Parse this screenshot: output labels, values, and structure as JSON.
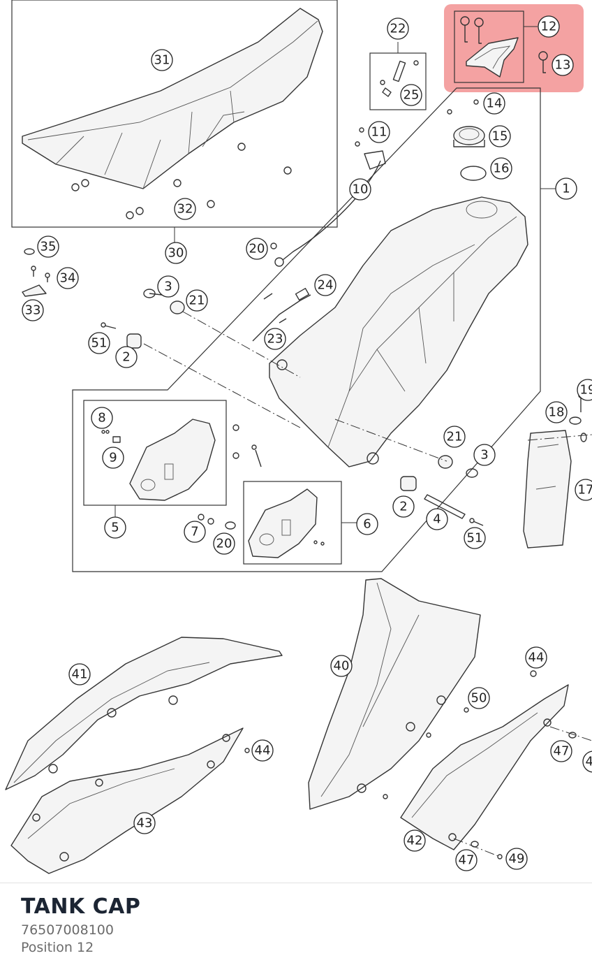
{
  "diagram": {
    "callouts": [
      "1",
      "2",
      "3",
      "4",
      "5",
      "6",
      "7",
      "8",
      "9",
      "10",
      "11",
      "12",
      "13",
      "14",
      "15",
      "16",
      "17",
      "18",
      "19",
      "20",
      "21",
      "22",
      "23",
      "24",
      "25",
      "30",
      "31",
      "32",
      "33",
      "34",
      "35",
      "40",
      "41",
      "42",
      "43",
      "44",
      "47",
      "49",
      "50",
      "51"
    ],
    "highlight_color": "#f07a7a"
  },
  "part": {
    "title": "TANK CAP",
    "number": "76507008100",
    "position": "Position 12"
  }
}
